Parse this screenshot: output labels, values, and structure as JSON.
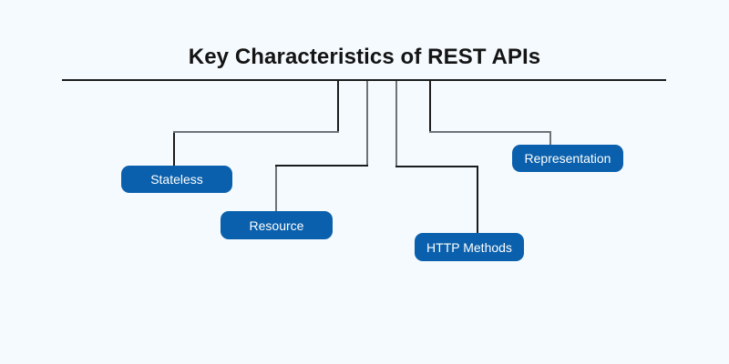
{
  "title": "Key Characteristics of REST APIs",
  "colors": {
    "background": "#F5FAFE",
    "node_fill": "#0A60AC",
    "node_text": "#FFFFFF",
    "line_dark": "#1B1B1B",
    "line_gray": "#6E737A",
    "title_text": "#141414"
  },
  "nodes": [
    {
      "label": "Stateless"
    },
    {
      "label": "Resource"
    },
    {
      "label": "HTTP Methods"
    },
    {
      "label": "Representation"
    }
  ]
}
